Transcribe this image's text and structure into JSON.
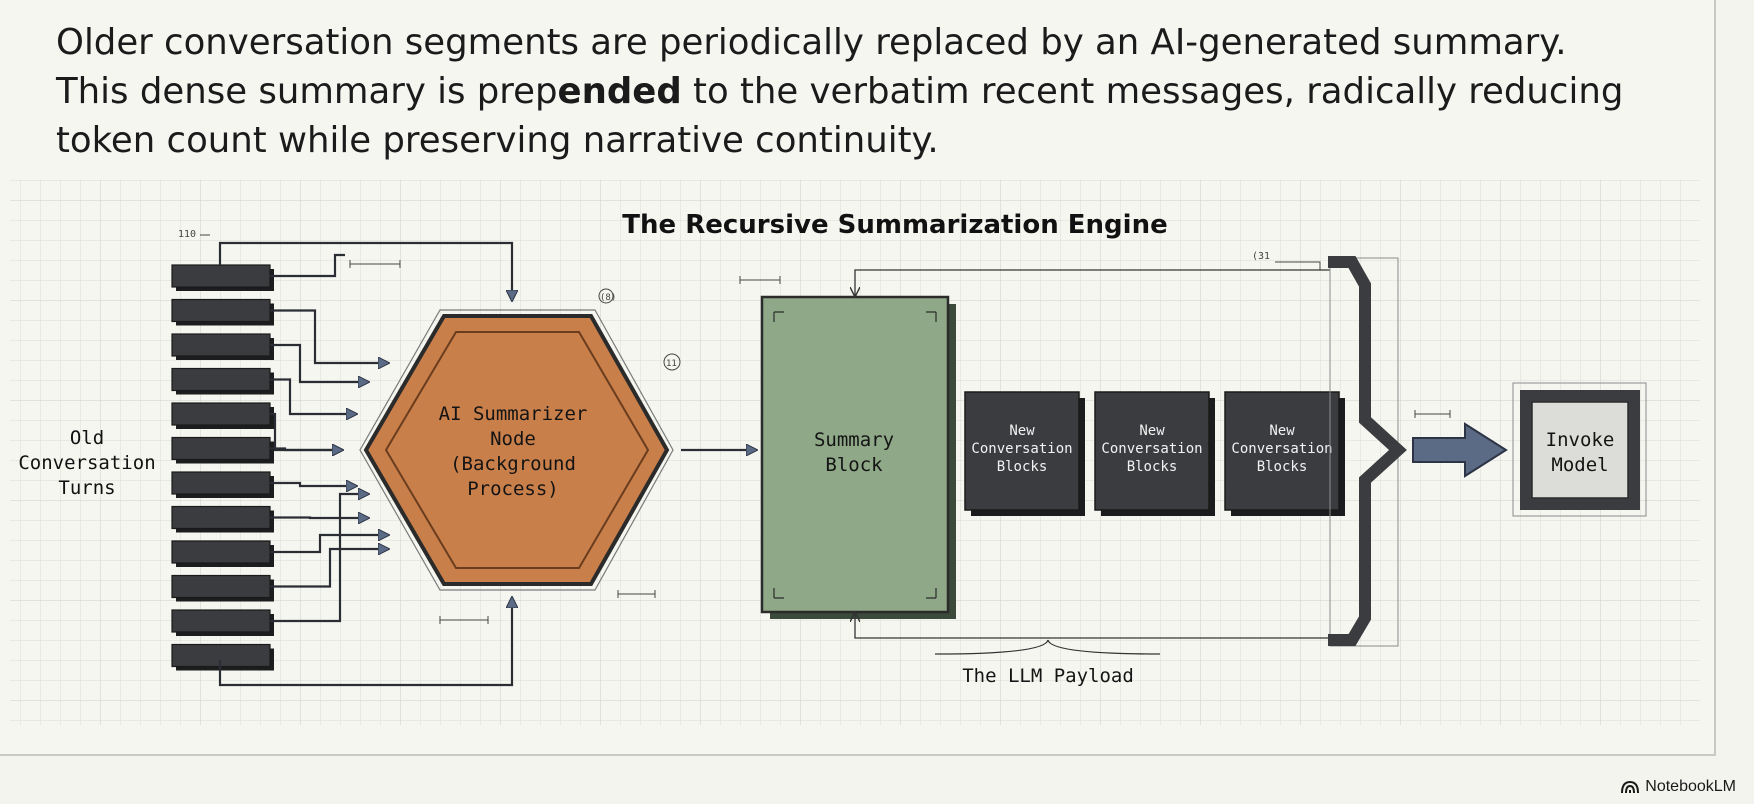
{
  "intro": {
    "line1": "Older conversation segments are periodically replaced by an AI-generated summary.",
    "line2_pre": "This dense summary is prep",
    "line2_bold": "ended",
    "line2_post": " to the verbatim recent messages, radically reducing",
    "line3": "token count while preserving narrative continuity."
  },
  "diagram": {
    "title": "The Recursive Summarization Engine",
    "old_turns": {
      "line1": "Old",
      "line2": "Conversation",
      "line3": "Turns"
    },
    "summarizer": {
      "line1": "AI Summarizer",
      "line2": "Node",
      "line3": "(Background",
      "line4": "Process)"
    },
    "summary_block": {
      "line1": "Summary",
      "line2": "Block"
    },
    "new_blocks": [
      {
        "line1": "New",
        "line2": "Conversation",
        "line3": "Blocks"
      },
      {
        "line1": "New",
        "line2": "Conversation",
        "line3": "Blocks"
      },
      {
        "line1": "New",
        "line2": "Conversation",
        "line3": "Blocks"
      }
    ],
    "payload_label": "The LLM Payload",
    "invoke": {
      "line1": "Invoke",
      "line2": "Model"
    },
    "annotations": {
      "a110": "110",
      "a8": "(8)",
      "a31": "(31",
      "a11": "11"
    }
  },
  "branding": {
    "logo_text": "NotebookLM"
  },
  "colors": {
    "hexagon": "#c97f4a",
    "summary_block": "#8fa888",
    "dark_block": "#3a3c3f",
    "arrow": "#5b6b85"
  }
}
